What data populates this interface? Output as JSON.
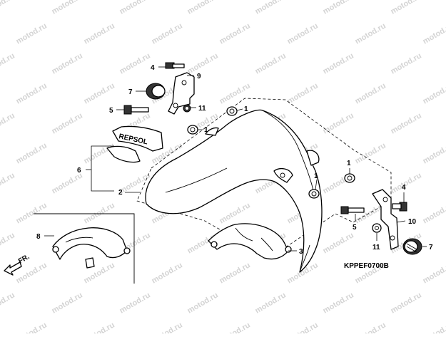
{
  "watermark": {
    "text": "motod.ru"
  },
  "diagram_code": "KPPEF0700B",
  "direction_label": "FR.",
  "sticker_text": "REPSOL",
  "callouts": [
    {
      "id": "c1a",
      "label": "1"
    },
    {
      "id": "c1b",
      "label": "1"
    },
    {
      "id": "c1c",
      "label": "1"
    },
    {
      "id": "c1d",
      "label": "1"
    },
    {
      "id": "c2",
      "label": "2"
    },
    {
      "id": "c3",
      "label": "3"
    },
    {
      "id": "c4a",
      "label": "4"
    },
    {
      "id": "c4b",
      "label": "4"
    },
    {
      "id": "c5a",
      "label": "5"
    },
    {
      "id": "c5b",
      "label": "5"
    },
    {
      "id": "c6",
      "label": "6"
    },
    {
      "id": "c7a",
      "label": "7"
    },
    {
      "id": "c7b",
      "label": "7"
    },
    {
      "id": "c8",
      "label": "8"
    },
    {
      "id": "c9",
      "label": "9"
    },
    {
      "id": "c10",
      "label": "10"
    },
    {
      "id": "c11a",
      "label": "11"
    },
    {
      "id": "c11b",
      "label": "11"
    }
  ]
}
